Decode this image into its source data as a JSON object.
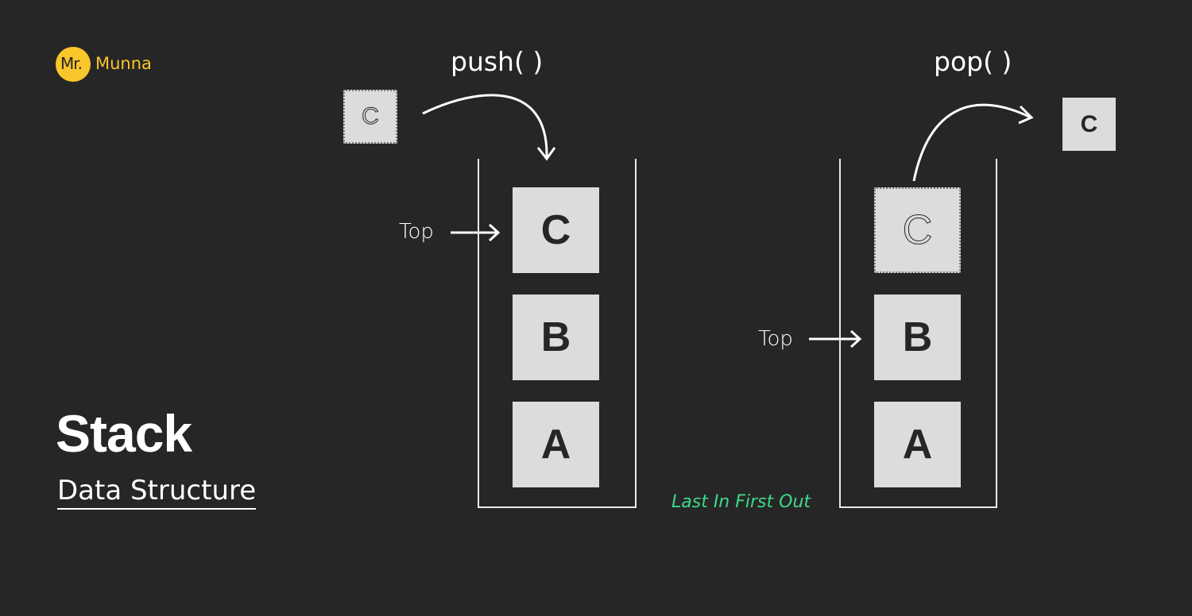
{
  "logo": {
    "mr": "Mr.",
    "name": "Munna"
  },
  "title": "Stack",
  "subtitle": "Data Structure",
  "push": {
    "label": "push( )",
    "incoming": "C",
    "top_label": "Top",
    "blocks": [
      "C",
      "B",
      "A"
    ]
  },
  "pop": {
    "label": "pop( )",
    "removed": "C",
    "outgoing": "C",
    "top_label": "Top",
    "blocks": [
      "B",
      "A"
    ]
  },
  "caption": "Last In First Out",
  "colors": {
    "background": "#262626",
    "block": "#dcdcdc",
    "brand": "#f9c62b",
    "caption": "#3ed989"
  }
}
